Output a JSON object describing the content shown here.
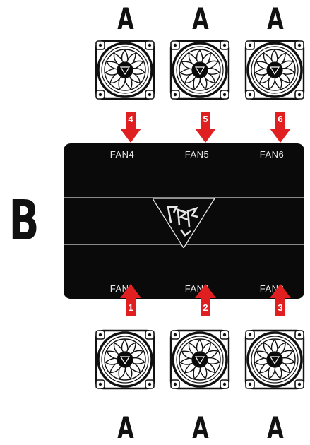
{
  "labels": {
    "fan_letter": "A",
    "hub_letter": "B"
  },
  "hub": {
    "ports_top": [
      "FAN4",
      "FAN5",
      "FAN6"
    ],
    "ports_bottom": [
      "FAN1",
      "FAN2",
      "FAN3"
    ]
  },
  "arrows": {
    "top": [
      "4",
      "5",
      "6"
    ],
    "bottom": [
      "1",
      "2",
      "3"
    ]
  },
  "colors": {
    "arrow": "#e02020",
    "hub": "#0a0a0a",
    "fan_outline": "#111111"
  },
  "icons": {
    "fan": "fan-icon",
    "logo": "gamdias-logo-icon"
  }
}
